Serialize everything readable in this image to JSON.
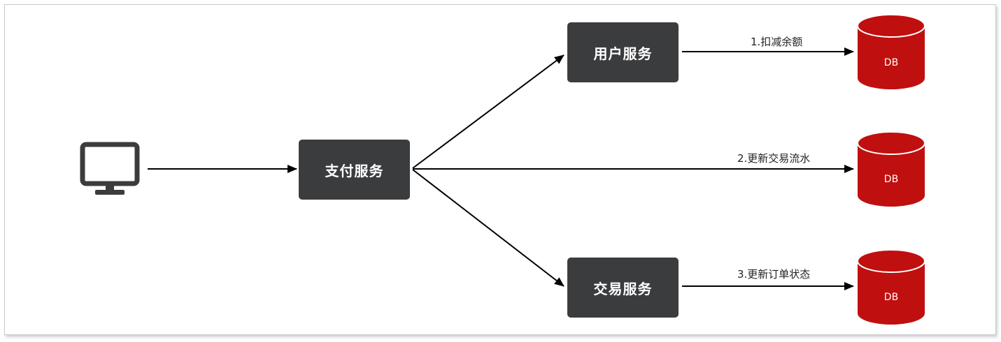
{
  "nodes": {
    "pay": "支付服务",
    "user": "用户服务",
    "trade": "交易服务"
  },
  "edges": {
    "deduct": "1.扣减余额",
    "flow": "2.更新交易流水",
    "order": "3.更新订单状态"
  },
  "databases": [
    "DB",
    "DB",
    "DB"
  ],
  "icons": {
    "client": "monitor-icon"
  },
  "colors": {
    "service_box": "#3b3c3e",
    "db_fill": "#c00f0f",
    "arrow": "#000000"
  }
}
